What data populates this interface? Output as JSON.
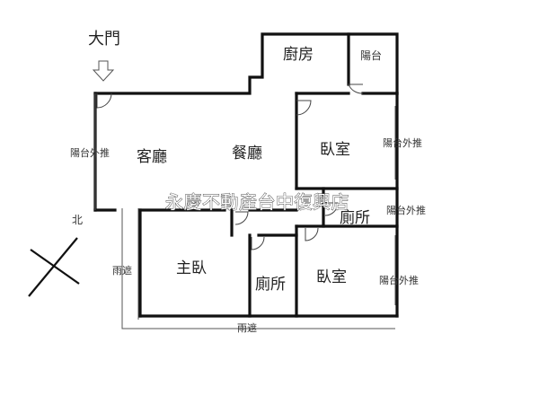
{
  "entrance": {
    "label": "大門"
  },
  "north": {
    "label": "北"
  },
  "rooms": {
    "kitchen": "廚房",
    "balcony_top": "陽台",
    "living": "客廳",
    "dining": "餐廳",
    "bedroom_upper": "臥室",
    "bath_small": "廁所",
    "master": "主臥",
    "bath_lower": "廁所",
    "bedroom_lower": "臥室"
  },
  "annotations": {
    "balcony_out_left": "陽台外推",
    "balcony_out_right_top": "陽台外推",
    "balcony_out_right_mid": "陽台外推",
    "balcony_out_right_bottom": "陽台外推",
    "awning_left": "雨遮",
    "awning_bottom": "雨遮"
  },
  "watermark": "永慶不動產台中復興店"
}
